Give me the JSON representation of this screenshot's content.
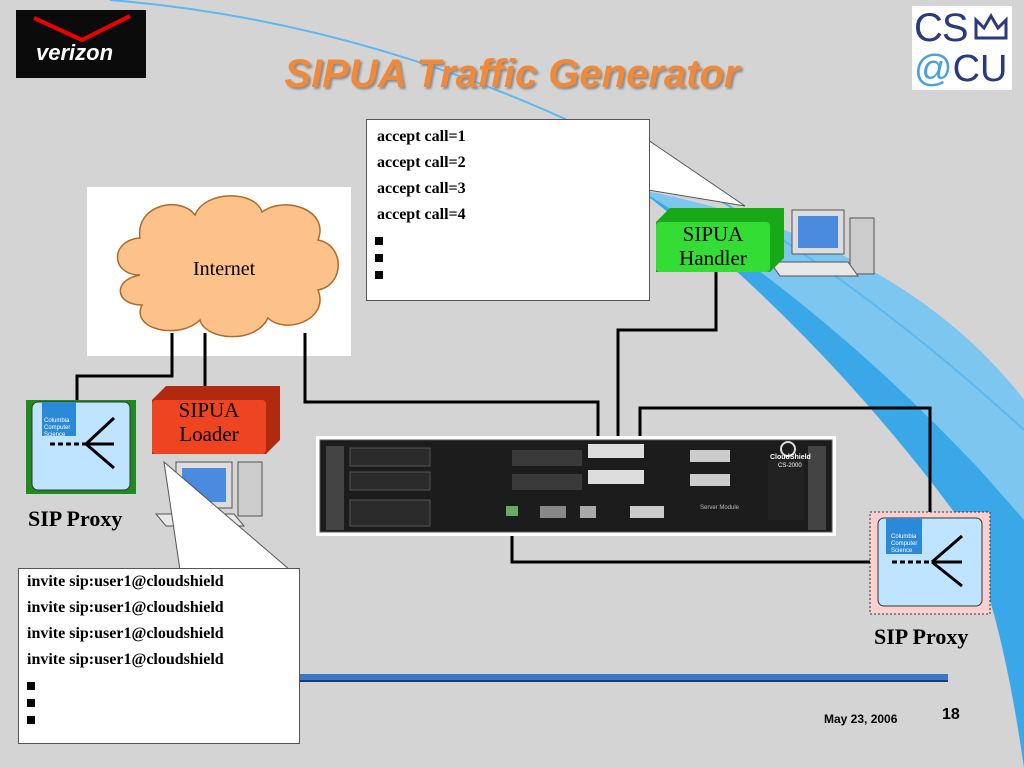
{
  "slide": {
    "title": "SIPUA Traffic Generator",
    "date": "May 23, 2006",
    "page_number": "18"
  },
  "logos": {
    "verizon": "verizon",
    "cs_top": "CS",
    "cs_bottom_at": "@",
    "cs_bottom_cu": "CU",
    "columbia_badge": [
      "Columbia",
      "Computer",
      "Science"
    ]
  },
  "cloud": {
    "label": "Internet"
  },
  "handler": {
    "line1": "SIPUA",
    "line2": "Handler"
  },
  "loader": {
    "line1": "SIPUA",
    "line2": "Loader"
  },
  "proxies": {
    "left_label": "SIP Proxy",
    "right_label": "SIP Proxy"
  },
  "callout_top": {
    "lines": [
      "accept call=1",
      "accept call=2",
      "accept call=3",
      "accept call=4"
    ],
    "bullets": 3
  },
  "callout_bottom": {
    "lines": [
      "invite sip:user1@cloudshield",
      "invite sip:user1@cloudshield",
      "invite sip:user1@cloudshield",
      "invite sip:user1@cloudshield"
    ],
    "bullets": 3
  },
  "device": {
    "brand": "CloudShield",
    "model": "CS-2000",
    "module": "Server Module"
  },
  "colors": {
    "title": "#f08a3a",
    "handler_fill": "#33dd33",
    "loader_fill": "#ee4422",
    "cloud_fill": "#fcc28a",
    "accent_blue": "#3aa8e8"
  }
}
